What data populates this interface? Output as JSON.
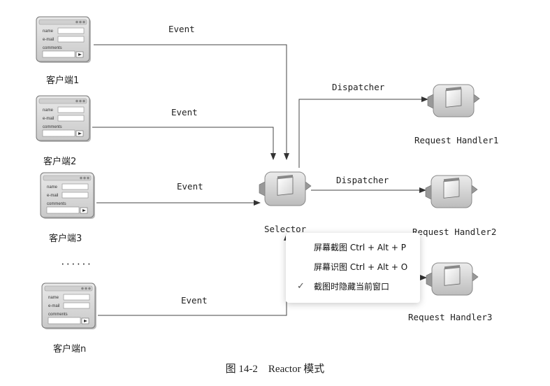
{
  "clients": [
    {
      "label": "客户端1",
      "event_label": "Event"
    },
    {
      "label": "客户端2",
      "event_label": "Event"
    },
    {
      "label": "客户端3",
      "event_label": "Event"
    },
    {
      "label": "客户端n",
      "event_label": "Event"
    }
  ],
  "form_fields": [
    "name",
    "e-mail",
    "comments"
  ],
  "ellipsis": "······",
  "selector": {
    "label": "Selector"
  },
  "handlers": [
    {
      "label": "Request Handler1",
      "dispatch_label": "Dispatcher"
    },
    {
      "label": "Request Handler2",
      "dispatch_label": "Dispatcher"
    },
    {
      "label": "Request Handler3"
    }
  ],
  "caption": "图 14-2　Reactor 模式",
  "context_menu": {
    "items": [
      {
        "label": "屏幕截图 Ctrl + Alt + P",
        "checked": false
      },
      {
        "label": "屏幕识图 Ctrl + Alt + O",
        "checked": false
      },
      {
        "label": "截图时隐藏当前窗口",
        "checked": true
      }
    ]
  }
}
